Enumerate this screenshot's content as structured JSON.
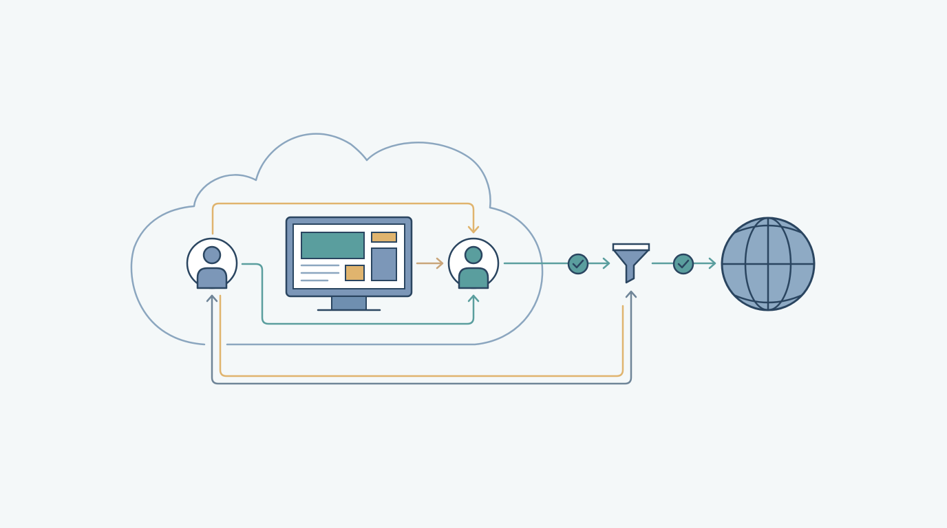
{
  "diagram": {
    "nodes": [
      {
        "id": "cloud",
        "icon": "cloud-icon"
      },
      {
        "id": "source-user",
        "icon": "user-icon"
      },
      {
        "id": "dashboard",
        "icon": "monitor-dashboard-icon"
      },
      {
        "id": "target-user",
        "icon": "user-icon"
      },
      {
        "id": "check-1",
        "icon": "check-circle-icon"
      },
      {
        "id": "filter",
        "icon": "funnel-icon"
      },
      {
        "id": "check-2",
        "icon": "check-circle-icon"
      },
      {
        "id": "globe",
        "icon": "globe-icon"
      }
    ],
    "connections": [
      {
        "from": "source-user",
        "to": "target-user",
        "color": "#e0b46e",
        "route": "over-top"
      },
      {
        "from": "source-user",
        "to": "target-user",
        "color": "#5a9e9e",
        "route": "under-dashboard"
      },
      {
        "from": "dashboard",
        "to": "target-user",
        "color": "#c9a57a",
        "route": "direct"
      },
      {
        "from": "target-user",
        "to": "filter",
        "color": "#5a9e9e",
        "route": "direct-via-check"
      },
      {
        "from": "filter",
        "to": "globe",
        "color": "#5a9e9e",
        "route": "direct-via-check"
      },
      {
        "from": "source-user",
        "to": "filter",
        "color": "#e0b46e",
        "route": "bottom-loop"
      },
      {
        "from": "filter",
        "to": "source-user",
        "color": "#6f8598",
        "route": "bottom-loop"
      }
    ]
  },
  "colors": {
    "background": "#f4f8f9",
    "navy": "#2a4560",
    "cloud_outline": "#8ba6bf",
    "steel_blue": "#7c97b8",
    "teal": "#5a9e9e",
    "amber": "#e0b46e",
    "gray_blue": "#6f8598",
    "globe_fill": "#8eaac4"
  }
}
